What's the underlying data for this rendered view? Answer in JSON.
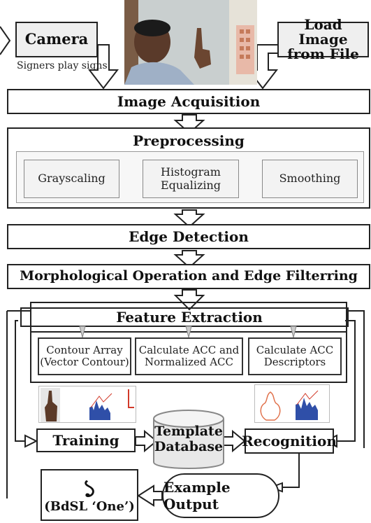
{
  "inputs": {
    "camera": "Camera",
    "camera_caption": "Signers play signs",
    "load_file": "Load Image\nfrom File"
  },
  "stages": {
    "acquisition": "Image Acquisition",
    "preprocessing": "Preprocessing",
    "edge_detection": "Edge Detection",
    "morphology": "Morphological Operation and Edge Filterring",
    "feature_extraction": "Feature Extraction"
  },
  "preprocessing_steps": [
    "Grayscaling",
    "Histogram\nEqualizing",
    "Smoothing"
  ],
  "feature_steps": [
    "Contour Array\n(Vector Contour)",
    "Calculate ACC and\nNormalized ACC",
    "Calculate ACC\nDescriptors"
  ],
  "training": "Training",
  "template_database": "Template\nDatabase",
  "recognition": "Recognition",
  "example_output": "Example Output",
  "output_glyph": "১",
  "output_label": "(BdSL ‘One’)",
  "colors": {
    "border": "#222222",
    "chart_blue": "#2f4fa8",
    "chart_red": "#d23a2a",
    "contour": "#e0704a",
    "cylinder": "#e8e8e8"
  },
  "icons": [
    "arrow-down-icon",
    "arrow-right-icon",
    "arrow-left-icon",
    "webcam-photo",
    "hand-thumbnail",
    "histogram-thumbnail",
    "contour-thumbnail"
  ]
}
